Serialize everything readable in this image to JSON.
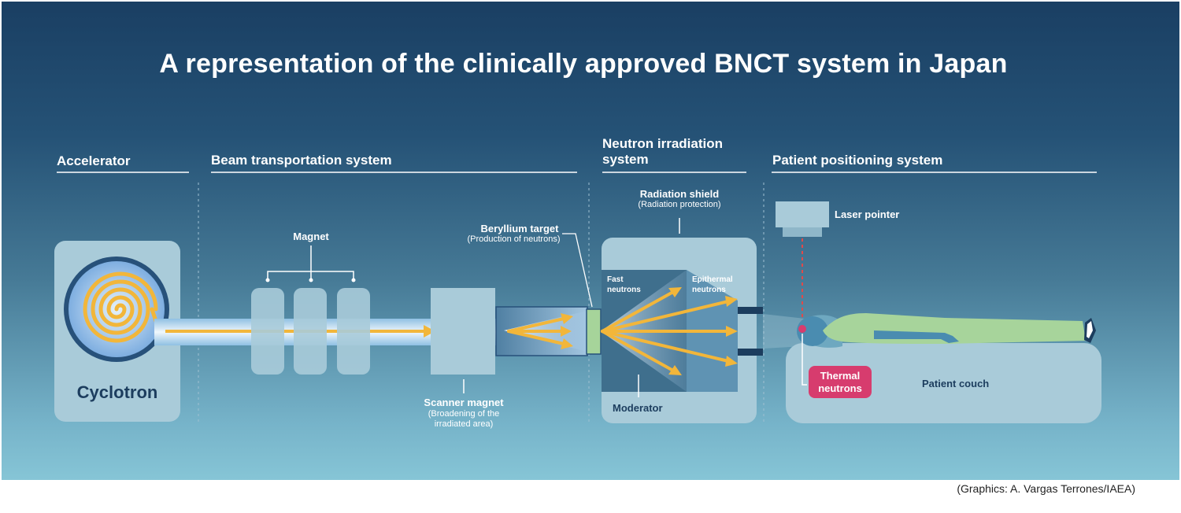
{
  "title": "A representation of the clinically approved BNCT system in Japan",
  "sections": {
    "accelerator": "Accelerator",
    "beam_transport": "Beam transportation system",
    "neutron_irradiation_line1": "Neutron irradiation",
    "neutron_irradiation_line2": "system",
    "patient_positioning": "Patient positioning system"
  },
  "components": {
    "cyclotron": "Cyclotron",
    "magnet": "Magnet",
    "scanner_magnet": "Scanner magnet",
    "scanner_magnet_note_line1": "(Broadening of the",
    "scanner_magnet_note_line2": "irradiated area)",
    "beryllium_target": "Beryllium target",
    "beryllium_target_note": "(Production of neutrons)",
    "radiation_shield": "Radiation shield",
    "radiation_shield_note": "(Radiation protection)",
    "fast_neutrons_line1": "Fast",
    "fast_neutrons_line2": "neutrons",
    "epithermal_neutrons_line1": "Epithermal",
    "epithermal_neutrons_line2": "neutrons",
    "moderator": "Moderator",
    "laser_pointer": "Laser pointer",
    "thermal_neutrons_line1": "Thermal",
    "thermal_neutrons_line2": "neutrons",
    "patient_couch": "Patient couch"
  },
  "credit": "(Graphics: A. Vargas Terrones/IAEA)",
  "colors": {
    "equipment": "#a9cbd9",
    "beam_arrow": "#f2b63a",
    "target": "#a6d49a",
    "patient": "#a7d49b",
    "thermal_badge": "#d73c6e",
    "shield_collar": "#1c3d5e"
  }
}
